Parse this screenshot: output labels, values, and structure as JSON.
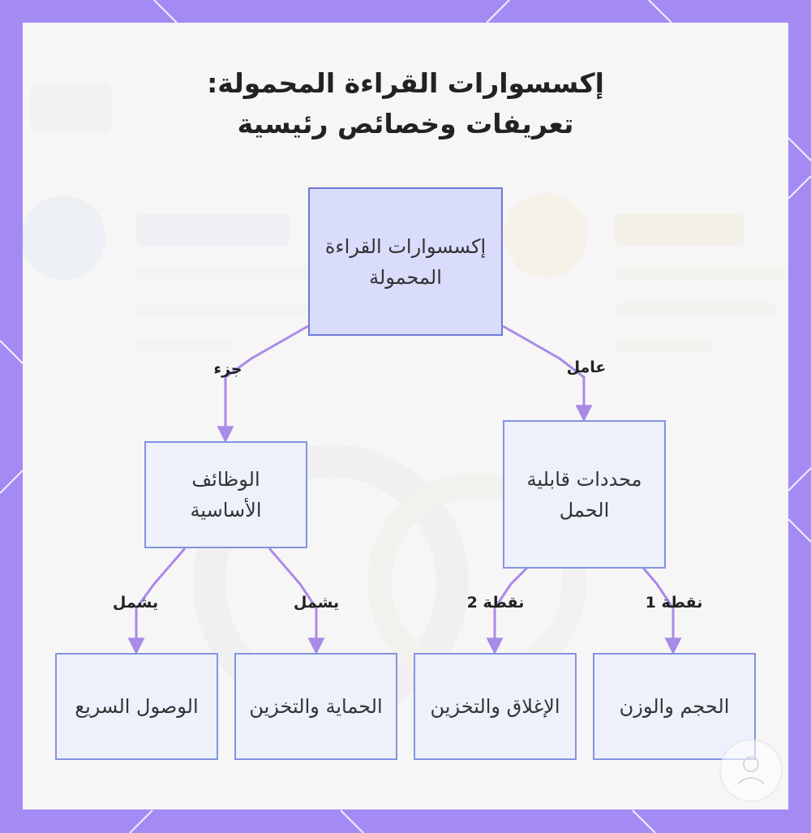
{
  "title": {
    "line1": "إكسسوارات القراءة المحمولة:",
    "line2": "تعريفات وخصائص رئيسية"
  },
  "nodes": {
    "root": "إكسسوارات القراءة المحمولة",
    "core_functions": "الوظائف الأساسية",
    "portability_factors": "محددات قابلية الحمل",
    "quick_access": "الوصول السريع",
    "protection_storage": "الحماية والتخزين",
    "closure_storage": "الإغلاق والتخزين",
    "size_weight": "الحجم والوزن"
  },
  "edges": {
    "part": "جزء",
    "factor": "عامل",
    "includes_left": "يشمل",
    "includes_right": "يشمل",
    "point_2": "نقطة 2",
    "point_1": "نقطة 1"
  },
  "colors": {
    "frame": "#a48bf4",
    "panel": "#f7f6f6",
    "root_fill": "#d9dcfb",
    "node_fill": "#eef1fb",
    "node_border": "#8393e0",
    "edge": "#a98ae8"
  }
}
